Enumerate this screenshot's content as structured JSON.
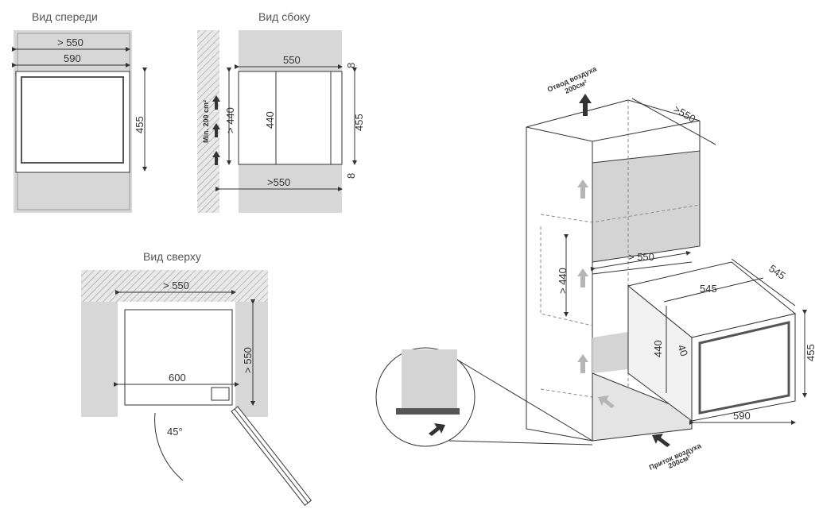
{
  "titles": {
    "front": "Вид спереди",
    "side": "Вид сбоку",
    "top": "Вид сверху"
  },
  "front": {
    "dim_niche_width": "> 550",
    "dim_width": "590",
    "dim_height": "455"
  },
  "side": {
    "dim_depth": "550",
    "dim_niche_height": "> 440",
    "dim_inner_height": "440",
    "dim_height": "455",
    "dim_gap_top": "8",
    "dim_gap_bottom": "8",
    "dim_niche_depth": ">550",
    "vent_area": "Min. 200 cm²"
  },
  "top": {
    "dim_niche_width": "> 550",
    "dim_niche_depth": "> 550",
    "dim_door_width": "600",
    "door_angle": "45°"
  },
  "iso": {
    "exhaust_label_1": "Отвод воздуха",
    "exhaust_label_2": "200см²",
    "intake_label_1": "Приток воздуха",
    "intake_label_2": "200см²",
    "dim_cabinet_depth": ">550",
    "dim_niche_width": "> 550",
    "dim_niche_height": "> 440",
    "dim_appliance_depth": "545",
    "dim_side_depth": "545",
    "dim_inner_height": "440",
    "dim_door_offset": "40",
    "dim_height": "455",
    "dim_width": "590"
  },
  "colors": {
    "wall": "#d7d7d7",
    "line": "#333333",
    "arrow_dark": "#333333",
    "arrow_light": "#b5b5b5"
  }
}
